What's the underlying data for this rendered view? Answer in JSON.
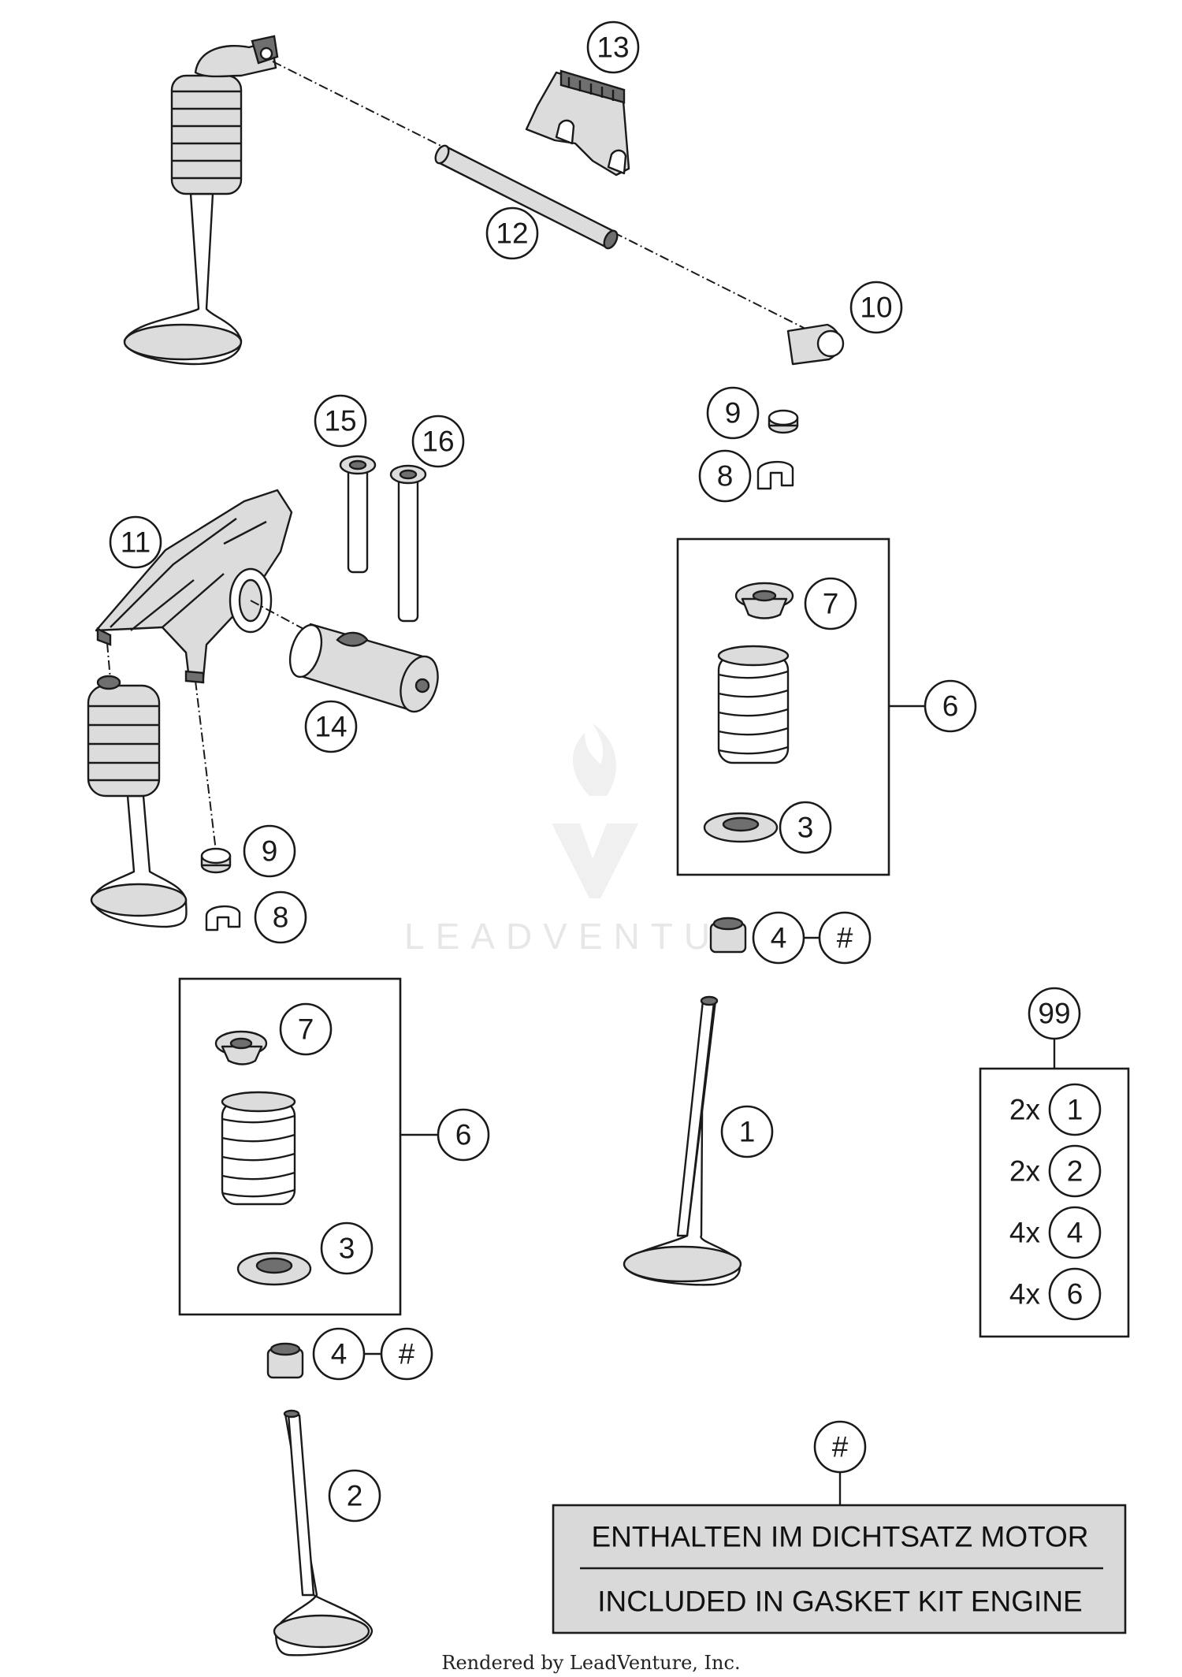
{
  "callouts": {
    "c13": "13",
    "c12": "12",
    "c10": "10",
    "c15": "15",
    "c16": "16",
    "c11": "11",
    "c14": "14",
    "c9a": "9",
    "c8a": "8",
    "c9b": "9",
    "c8b": "8",
    "c7a": "7",
    "c6a": "6",
    "c3a": "3",
    "c4a": "4",
    "ha": "#",
    "c7b": "7",
    "c6b": "6",
    "c3b": "3",
    "c4b": "4",
    "hb": "#",
    "c1": "1",
    "c2": "2",
    "c99": "99",
    "hnote": "#"
  },
  "kit99": {
    "rows": [
      {
        "qty": "2x",
        "ref": "1"
      },
      {
        "qty": "2x",
        "ref": "2"
      },
      {
        "qty": "4x",
        "ref": "4"
      },
      {
        "qty": "4x",
        "ref": "6"
      }
    ]
  },
  "note": {
    "line_de": "ENTHALTEN IM DICHTSATZ MOTOR",
    "line_en": "INCLUDED IN GASKET KIT ENGINE"
  },
  "watermark": {
    "text": "LEADVENTURE"
  },
  "footer": {
    "credit": "Rendered by LeadVenture, Inc."
  },
  "icons": [
    "leadventure-flame-logo"
  ]
}
